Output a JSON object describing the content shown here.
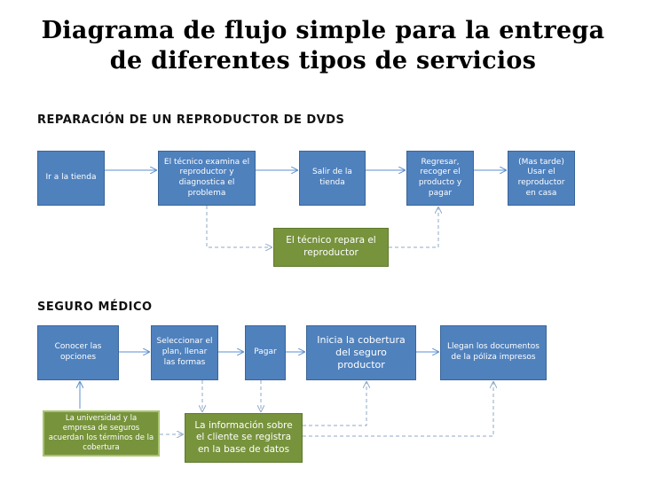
{
  "title": "Diagrama de flujo simple para la entrega de diferentes tipos de servicios",
  "sections": {
    "dvd": {
      "heading": "REPARACIÓN DE UN REPRODUCTOR DE DVDS",
      "steps": [
        "Ir a la tienda",
        "El técnico examina el reproductor y diagnostica el problema",
        "Salir de la tienda",
        "Regresar, recoger el producto y pagar",
        "(Mas tarde) Usar el reproductor en casa"
      ],
      "side_step": "El técnico repara el reproductor"
    },
    "seguro": {
      "heading": "SEGURO MÉDICO",
      "steps": [
        "Conocer las opciones",
        "Seleccionar el plan, llenar las formas",
        "Pagar",
        "Inicia la cobertura del seguro productor",
        "Llegan los documentos de la póliza impresos"
      ],
      "side_steps": [
        "La universidad y la empresa de seguros acuerdan los términos de la cobertura",
        "La información sobre el cliente se registra en la base de datos"
      ]
    }
  },
  "colors": {
    "process_box": "#4f81bd",
    "support_box": "#77933c",
    "connector": "#5b8fd0",
    "dashed_connector": "#8fa9c7"
  }
}
